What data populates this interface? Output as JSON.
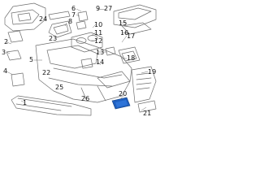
{
  "diagram": {
    "highlight_color": "#1f5fbf",
    "line_color": "#6f6f6f",
    "text_color": "#111111",
    "callouts": [
      {
        "key": "c1",
        "text": "1"
      },
      {
        "key": "c2",
        "text": "2"
      },
      {
        "key": "c3",
        "text": "3"
      },
      {
        "key": "c4",
        "text": "4"
      },
      {
        "key": "c5",
        "text": "5"
      },
      {
        "key": "c6",
        "text": "6"
      },
      {
        "key": "c7",
        "text": "7"
      },
      {
        "key": "c8",
        "text": "8"
      },
      {
        "key": "c9",
        "text": "9"
      },
      {
        "key": "c10",
        "text": "10"
      },
      {
        "key": "c11",
        "text": "11"
      },
      {
        "key": "c12",
        "text": "12"
      },
      {
        "key": "c13",
        "text": "13"
      },
      {
        "key": "c14",
        "text": "14"
      },
      {
        "key": "c15",
        "text": "15"
      },
      {
        "key": "c16",
        "text": "16"
      },
      {
        "key": "c17",
        "text": "17"
      },
      {
        "key": "c18",
        "text": "18"
      },
      {
        "key": "c19",
        "text": "19"
      },
      {
        "key": "c20",
        "text": "20"
      },
      {
        "key": "c21",
        "text": "21"
      },
      {
        "key": "c22",
        "text": "22"
      },
      {
        "key": "c23",
        "text": "23"
      },
      {
        "key": "c24",
        "text": "24"
      },
      {
        "key": "c25",
        "text": "25"
      },
      {
        "key": "c26",
        "text": "26"
      },
      {
        "key": "c27",
        "text": "27"
      }
    ]
  }
}
